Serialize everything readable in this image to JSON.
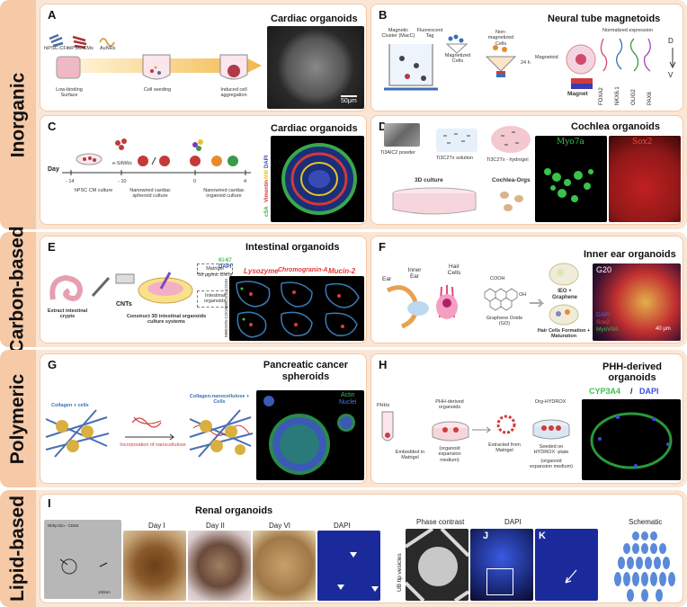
{
  "sections": [
    {
      "id": "inorganic",
      "label": "Inorganic"
    },
    {
      "id": "carbon",
      "label": "Carbon-based"
    },
    {
      "id": "polymeric",
      "label": "Polymeric"
    },
    {
      "id": "lipid",
      "label": "Lipid-based"
    }
  ],
  "panelA": {
    "letter": "A",
    "title": "Cardiac organoids",
    "scale": "50μm",
    "cells": [
      "hiPSC-CFs",
      "hiPSC-CMs",
      "AuNRs"
    ],
    "steps": [
      "Low-binding Surface",
      "Cell seeding",
      "Induced cell aggregation"
    ]
  },
  "panelB": {
    "letter": "B",
    "title": "Neural tube magnetoids",
    "labels": [
      "Magnetic Cluster (MacC)",
      "Fluorescent Tag",
      "Magnetized Cells",
      "Non-magnetized Cells",
      "24 h",
      "Magnetoid",
      "Magnet",
      "Normalized expression"
    ],
    "genes": [
      "FOXA2",
      "NKX6.1",
      "OLIG2",
      "PAX6"
    ],
    "axis_top": "D",
    "axis_bottom": "V"
  },
  "panelC": {
    "letter": "C",
    "title": "Cardiac organoids",
    "day_label": "Day",
    "days": [
      "- 14",
      "- 10",
      "0",
      "4"
    ],
    "steps": [
      "hPSC CM culture",
      "e-SiNWs",
      "Nanowired cardiac spheroid culture",
      "Nanowired cardiac organoid culture"
    ],
    "stain": [
      "cSA",
      "Vimentin",
      "NW",
      "DAPI"
    ]
  },
  "panelD": {
    "letter": "D",
    "title": "Cochlea organoids",
    "labels": [
      "Ti3AlC2 powder",
      "Ti3C2Tx solution",
      "Ti3C2Tx - hydrogel",
      "3D culture",
      "Cochlea-Orgs"
    ],
    "stains": [
      "Myo7a",
      "Sox2"
    ]
  },
  "panelE": {
    "letter": "E",
    "title": "Intestinal organoids",
    "labels": [
      "Extract intestinal crypts",
      "CNTs",
      "Construct 3D intestinal organoids culture systems",
      "Matrigel",
      "50 μg/mL CNTs",
      "Intestinal organoids"
    ],
    "stains": [
      "Ki-67",
      "DAPI",
      "Lysozyme",
      "Chromogranin-A",
      "Mucin-2"
    ],
    "rows": [
      "SWCNTs-COOH",
      "MWCNTs-COOH"
    ]
  },
  "panelF": {
    "letter": "F",
    "title": "Inner ear organoids",
    "labels": [
      "Ear",
      "Inner Ear",
      "Hair Cells",
      "COOH",
      "OH",
      "Graphene Oxide (GO)",
      "IEO + Graphene",
      "Hair Cells Formation + Maturation"
    ],
    "image_label": "G20",
    "stains": [
      "DAPI",
      "Sox2",
      "MyoVIIA"
    ],
    "scale": "40 μm"
  },
  "panelG": {
    "letter": "G",
    "title": "Pancreatic cancer spheroids",
    "labels": [
      "Collagen + cells",
      "Incorporation of nanocellulose",
      "Collagen-nanocellulose + Cells"
    ],
    "stains": [
      "Actin",
      "Nuclei"
    ]
  },
  "panelH": {
    "letter": "H",
    "title": "PHH-derived organoids",
    "labels": [
      "PHHs",
      "Embedded in Matrigel",
      "PHH-derived organoids",
      "(organoid expansion medium)",
      "Extracted from Matrigel",
      "Org-HYDROX",
      "Seeded on HYDROX -plate",
      "(organoid expansion medium)"
    ],
    "stains": [
      "CYP3A4",
      "/",
      "DAPI"
    ]
  },
  "panelI": {
    "letter": "I",
    "title": "Renal organoids",
    "tem_label": "Nbhp Dio - CD63",
    "scale": "100nm",
    "stages": [
      "Day I",
      "Day II",
      "Day VI",
      "DAPI"
    ],
    "right_labels": [
      "Phase contrast",
      "DAPI",
      "Schematic"
    ],
    "sub_letters": [
      "J",
      "K"
    ],
    "side_label": "UB tip vesicles"
  },
  "colors": {
    "band": "#fbe4d2",
    "side": "#f6c7a2",
    "accent_orange": "#e98a2b"
  }
}
